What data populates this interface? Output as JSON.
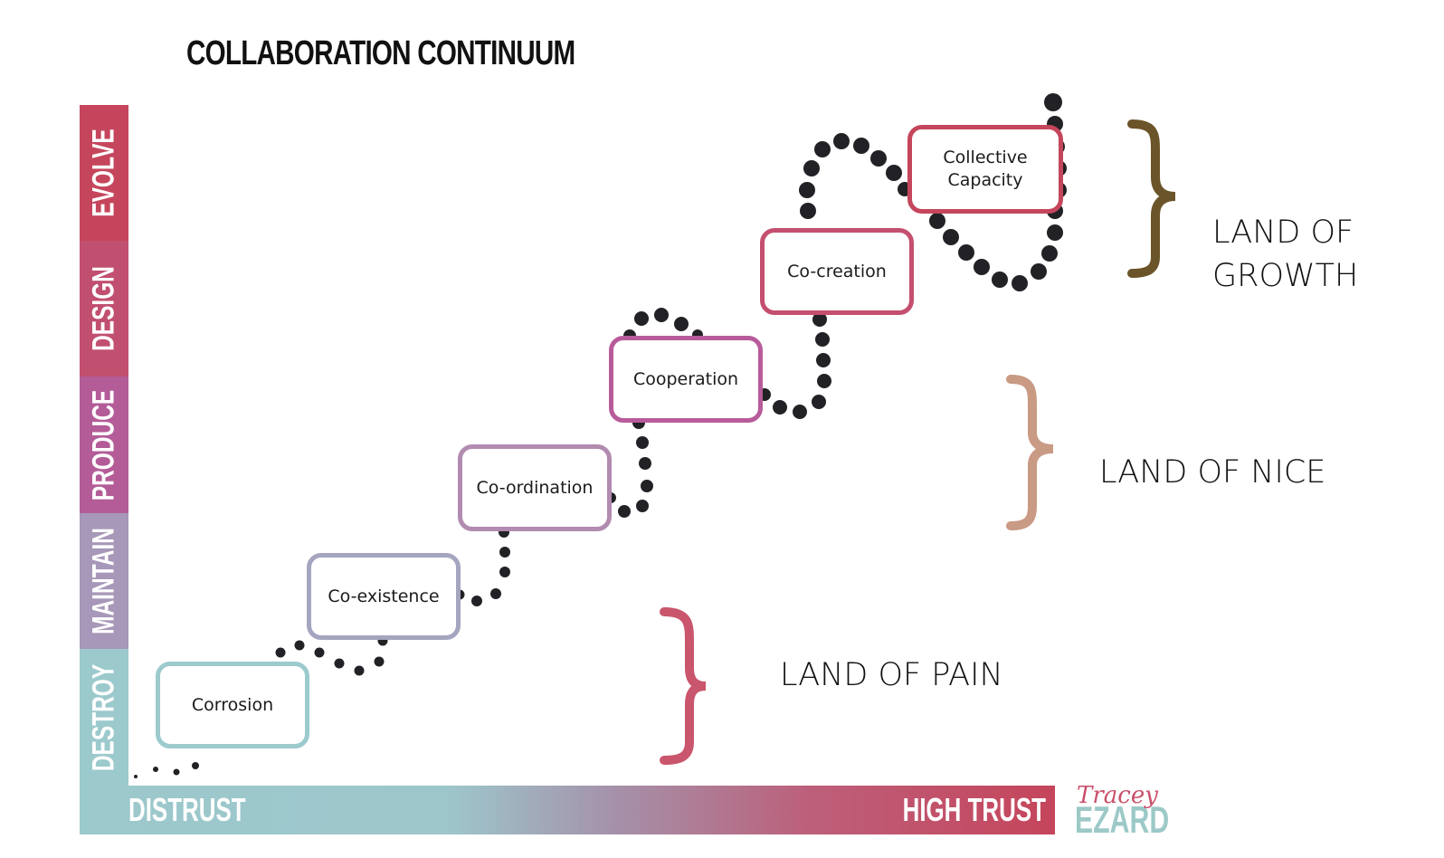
{
  "title": "COLLABORATION CONTINUUM",
  "vertical_axis": {
    "levels": [
      {
        "label": "EVOLVE",
        "color": "#c5465c"
      },
      {
        "label": "DESIGN",
        "color": "#c14f70"
      },
      {
        "label": "PRODUCE",
        "color": "#b35c98"
      },
      {
        "label": "MAINTAIN",
        "color": "#a797b8"
      },
      {
        "label": "DESTROY",
        "color": "#9cc9cc"
      }
    ]
  },
  "horizontal_axis": {
    "left_label": "DISTRUST",
    "right_label": "HIGH TRUST",
    "gradient_start": "#9cc9cc",
    "gradient_end": "#c5455b"
  },
  "stages": [
    {
      "label": "Corrosion",
      "color": "#9ccacd"
    },
    {
      "label": "Co-existence",
      "color": "#a4a5bf"
    },
    {
      "label": "Co-ordination",
      "color": "#b28bb1"
    },
    {
      "label": "Cooperation",
      "color": "#b85b9a"
    },
    {
      "label": "Co-creation",
      "color": "#c44f6e"
    },
    {
      "label": "Collective Capacity",
      "color": "#c5465c"
    }
  ],
  "lands": [
    {
      "label": "LAND OF PAIN",
      "brace_color": "#c9566c"
    },
    {
      "label": "LAND OF NICE",
      "brace_color": "#c99a84"
    },
    {
      "label": "LAND OF GROWTH",
      "brace_color": "#6b5429"
    }
  ],
  "path_dot_color": "#222226",
  "logo": {
    "script": "Tracey",
    "name": "EZARD"
  }
}
